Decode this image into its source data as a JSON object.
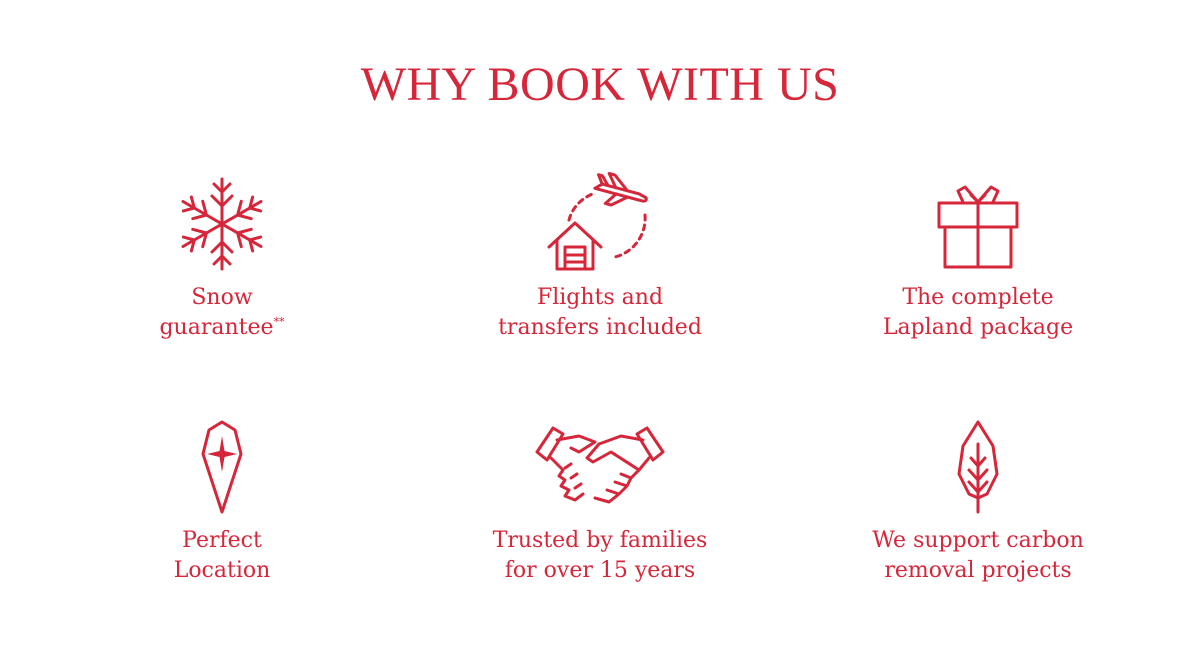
{
  "heading": "WHY BOOK WITH US",
  "features": [
    {
      "icon": "snowflake-icon",
      "line1": "Snow",
      "line2": "guarantee",
      "footnote": "**"
    },
    {
      "icon": "plane-house-icon",
      "line1": "Flights and",
      "line2": "transfers included"
    },
    {
      "icon": "gift-icon",
      "line1": "The complete",
      "line2": "Lapland package"
    },
    {
      "icon": "location-pin-icon",
      "line1": "Perfect",
      "line2": "Location"
    },
    {
      "icon": "handshake-icon",
      "line1": "Trusted by families",
      "line2": "for over 15 years"
    },
    {
      "icon": "leaf-icon",
      "line1": "We support carbon",
      "line2": "removal projects"
    }
  ],
  "colors": {
    "accent": "#d6263a",
    "background": "#ffffff"
  }
}
